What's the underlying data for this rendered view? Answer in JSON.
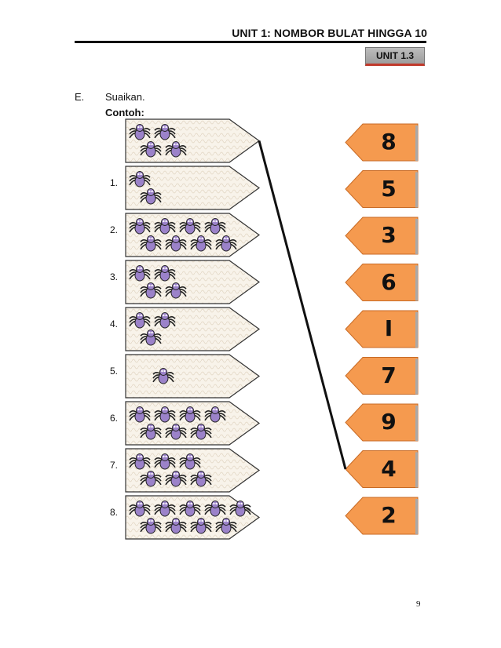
{
  "header": {
    "title": "UNIT 1: NOMBOR BULAT HINGGA 10",
    "badge": "UNIT 1.3"
  },
  "section": {
    "letter": "E.",
    "instruction": "Suaikan.",
    "example_label": "Contoh:"
  },
  "cards": [
    {
      "label": "",
      "spiders": 4
    },
    {
      "label": "1.",
      "spiders": 2
    },
    {
      "label": "2.",
      "spiders": 8
    },
    {
      "label": "3.",
      "spiders": 4
    },
    {
      "label": "4.",
      "spiders": 3
    },
    {
      "label": "5.",
      "spiders": 1
    },
    {
      "label": "6.",
      "spiders": 7
    },
    {
      "label": "7.",
      "spiders": 6
    },
    {
      "label": "8.",
      "spiders": 9
    }
  ],
  "numbers": [
    "8",
    "5",
    "3",
    "6",
    "I",
    "7",
    "9",
    "4",
    "2"
  ],
  "example_match": {
    "card": 0,
    "number_index": 7
  },
  "colors": {
    "card_fill": "#f8f3ea",
    "number_fill": "#f59a4f",
    "spider_body": "#9b82c9"
  },
  "icons": {
    "spider": "purple-spider-icon"
  },
  "page_number": "9"
}
